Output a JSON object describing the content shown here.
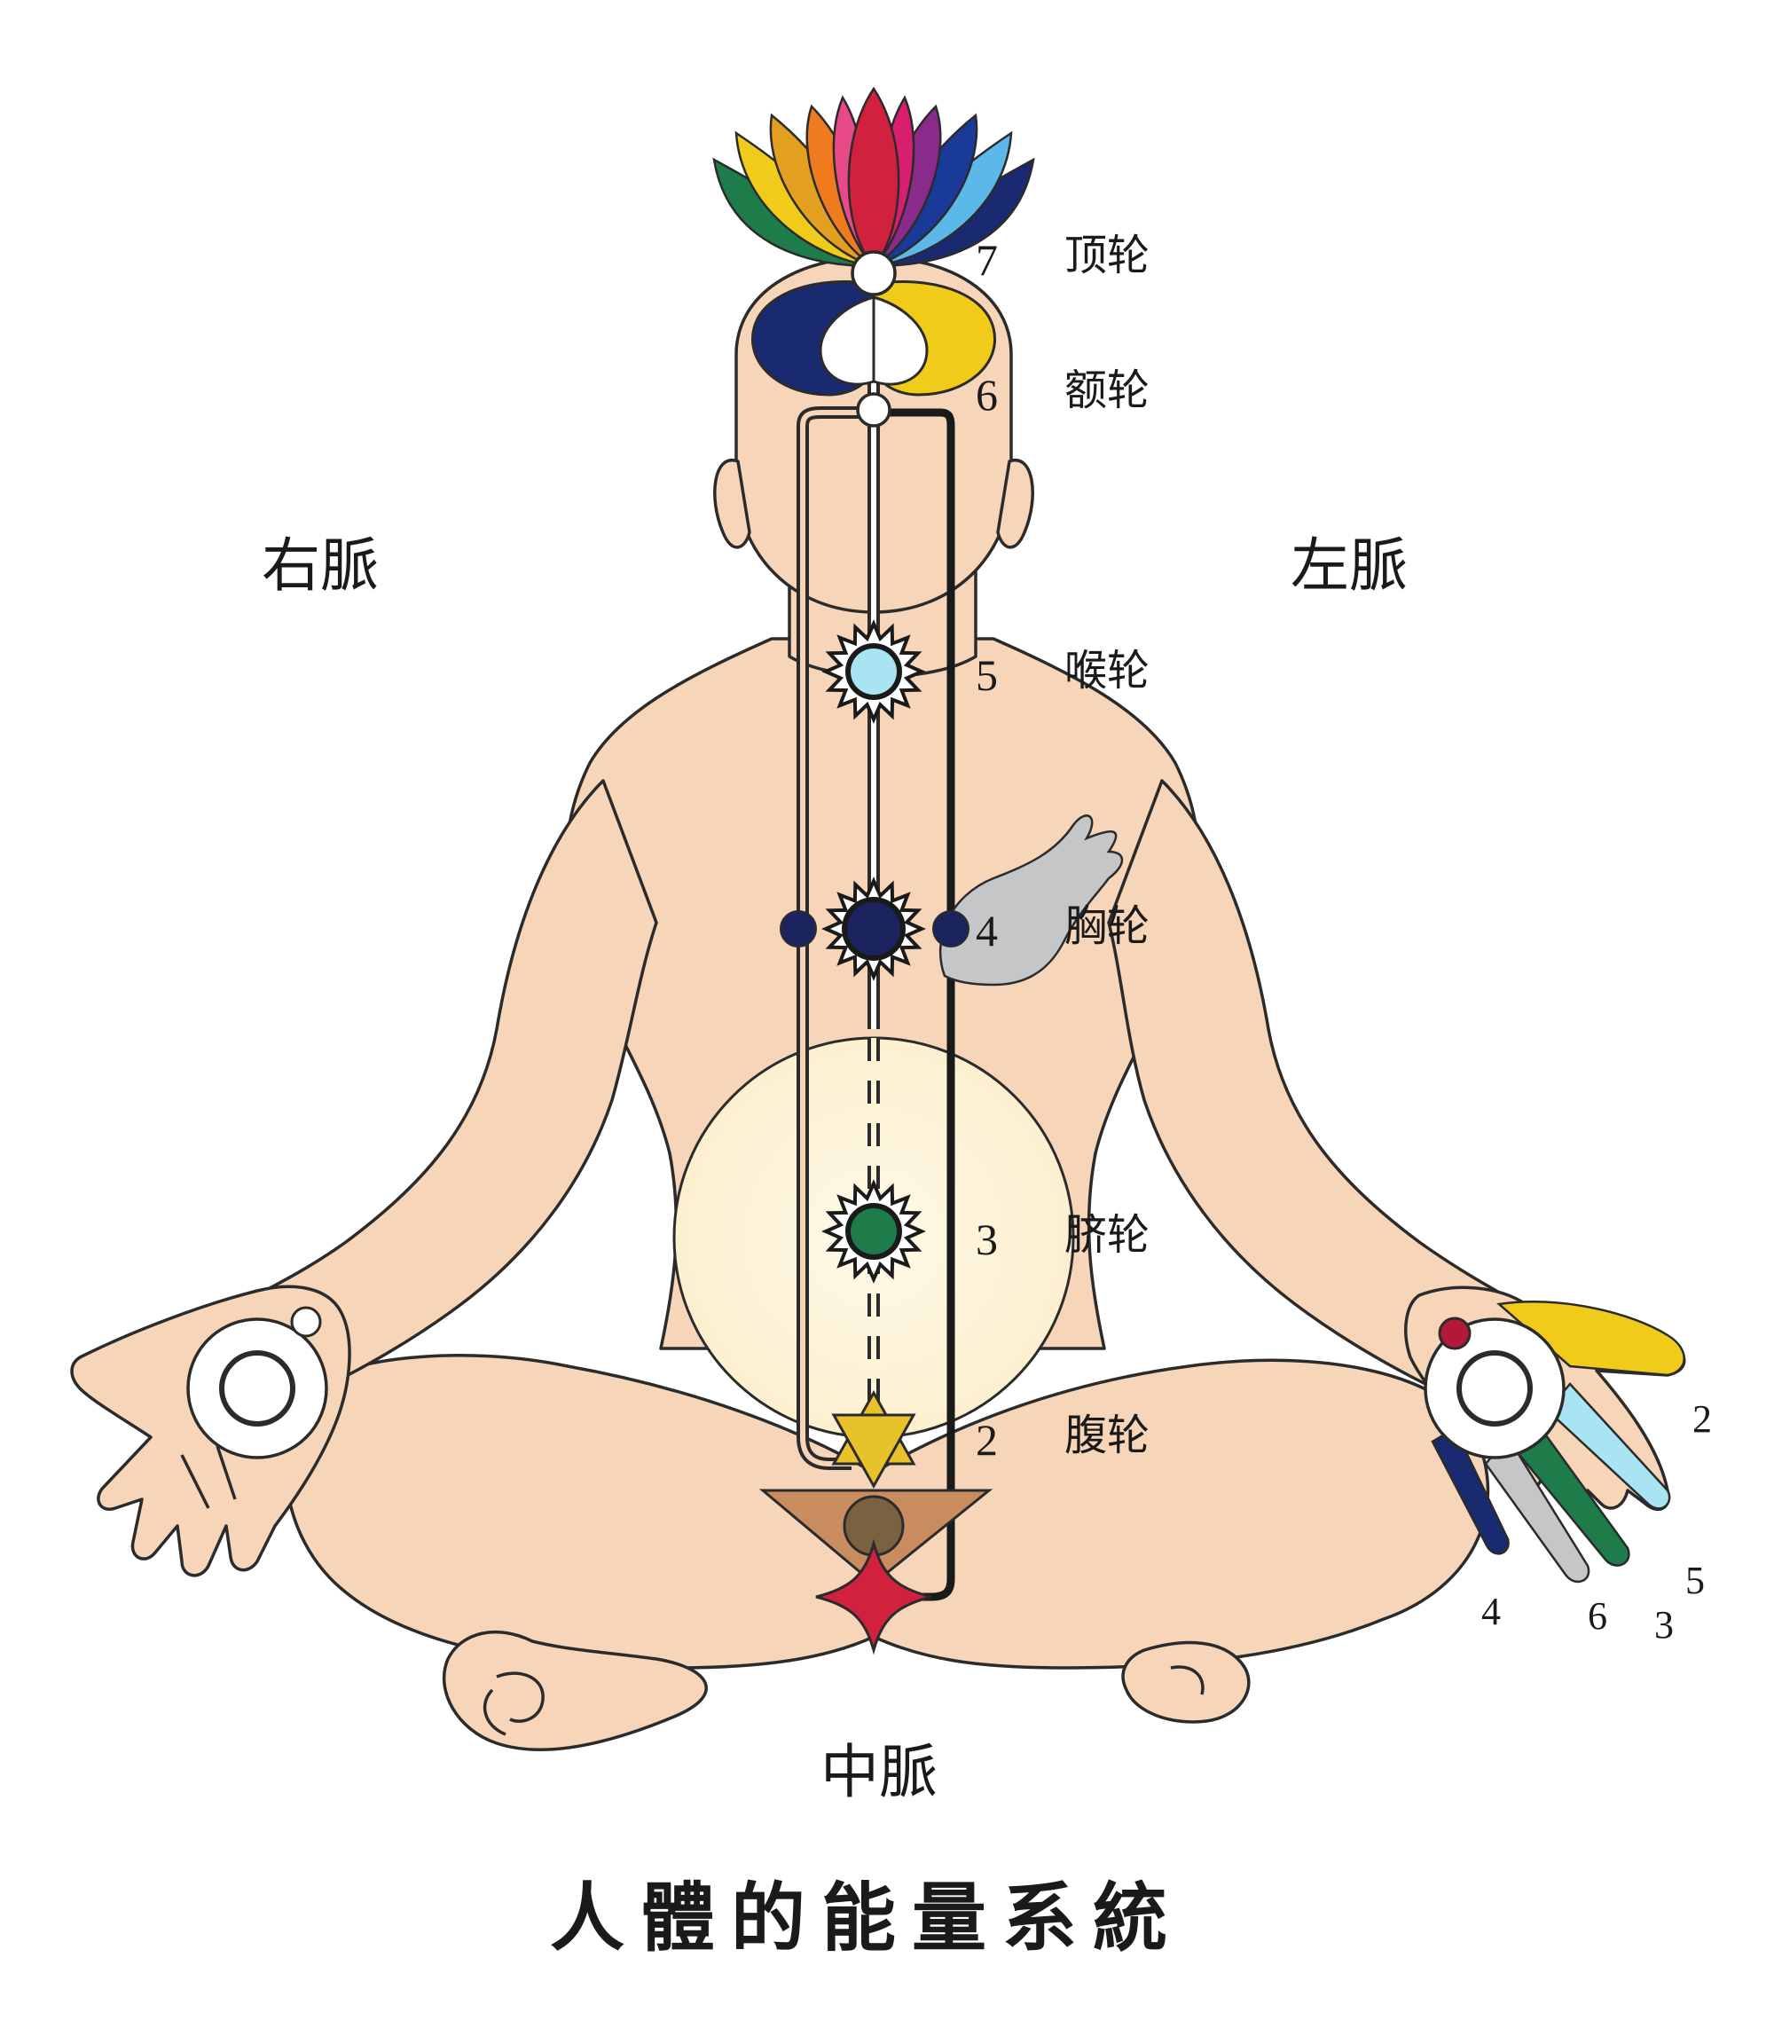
{
  "title": "人體的能量系統",
  "channels": {
    "right": "右脈",
    "left": "左脈",
    "central": "中脈"
  },
  "chakras": [
    {
      "number": "7",
      "name": "顶轮"
    },
    {
      "number": "6",
      "name": "额轮"
    },
    {
      "number": "5",
      "name": "喉轮"
    },
    {
      "number": "4",
      "name": "胸轮"
    },
    {
      "number": "3",
      "name": "脐轮"
    },
    {
      "number": "2",
      "name": "腹轮"
    }
  ],
  "finger_numbers": [
    "2",
    "5",
    "3",
    "6",
    "4"
  ],
  "colors": {
    "skin": "#F6D5B8",
    "outline": "#2b2b2b",
    "navel_halo": "#FDF5DC",
    "throat": "#A8E4F2",
    "heart": "#1C2460",
    "navel": "#1E7B4A",
    "sacral_star": "#E8C22A",
    "root_star": "#D1213F",
    "root_triangle": "#C98C5E",
    "kundalini_ball": "#7A6240",
    "wing": "#C4C6C8",
    "yellow": "#F0CB1A",
    "blue": "#1A2A70"
  }
}
